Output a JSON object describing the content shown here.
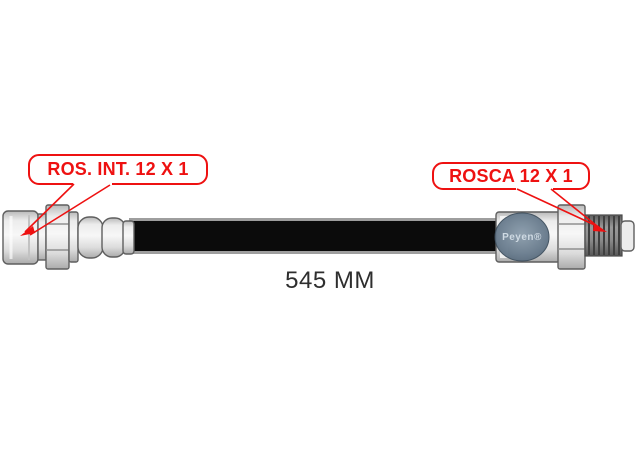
{
  "diagram": {
    "left_callout": {
      "label": "ROS. INT. 12 X 1"
    },
    "right_callout": {
      "label": "ROSCA 12 X 1"
    },
    "dimension_label": "545 MM",
    "badge_label": "Peyen®"
  },
  "colors": {
    "callout_red": "#ee1111",
    "hose_black": "#0b0b0b",
    "fitting_gray": "#e2e2e2",
    "badge_blue": "#5c7083",
    "dimension_gray": "#2e2e2e",
    "background": "#ffffff"
  }
}
